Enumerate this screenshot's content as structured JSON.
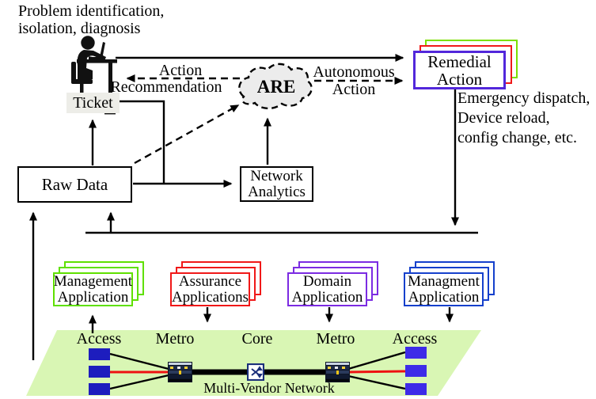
{
  "annotation": {
    "line1": "Problem identification,",
    "line2": "isolation, diagnosis"
  },
  "ticket": {
    "label": "Ticket"
  },
  "raw_data": {
    "label": "Raw Data"
  },
  "network_analytics": {
    "line1": "Network",
    "line2": "Analytics"
  },
  "are": {
    "label": "ARE"
  },
  "remedial": {
    "line1": "Remedial",
    "line2": "Action"
  },
  "remedial_note": {
    "line1": "Emergency dispatch,",
    "line2": "Device reload,",
    "line3": "config change, etc."
  },
  "flow_labels": {
    "recommendation_line1": "Action",
    "recommendation_line2": "Recommendation",
    "autonomous_line1": "Autonomous",
    "autonomous_line2": "Action"
  },
  "applications": [
    {
      "id": "management",
      "line1": "Management",
      "line2": "Application",
      "color": "#5fe000"
    },
    {
      "id": "assurance",
      "line1": "Assurance",
      "line2": "Applications",
      "color": "#f01818"
    },
    {
      "id": "domain",
      "line1": "Domain",
      "line2": "Application",
      "color": "#7b2be2"
    },
    {
      "id": "managment",
      "line1": "Managment",
      "line2": "Application",
      "color": "#1540cc"
    }
  ],
  "network": {
    "zones": [
      "Access",
      "Metro",
      "Core",
      "Metro",
      "Access"
    ],
    "caption": "Multi-Vendor Network",
    "background": "#d9f6b4",
    "node_color_left": "#1d1dbe",
    "node_color_right": "#3d2be8",
    "link_color": "#000000",
    "alert_link_color": "#ee1111"
  },
  "colors": {
    "remedial_front": "#5227db",
    "remedial_mid": "#f01818",
    "remedial_back": "#7ce000",
    "are_fill": "#ececec",
    "ticket_bg": "#ededE8"
  }
}
